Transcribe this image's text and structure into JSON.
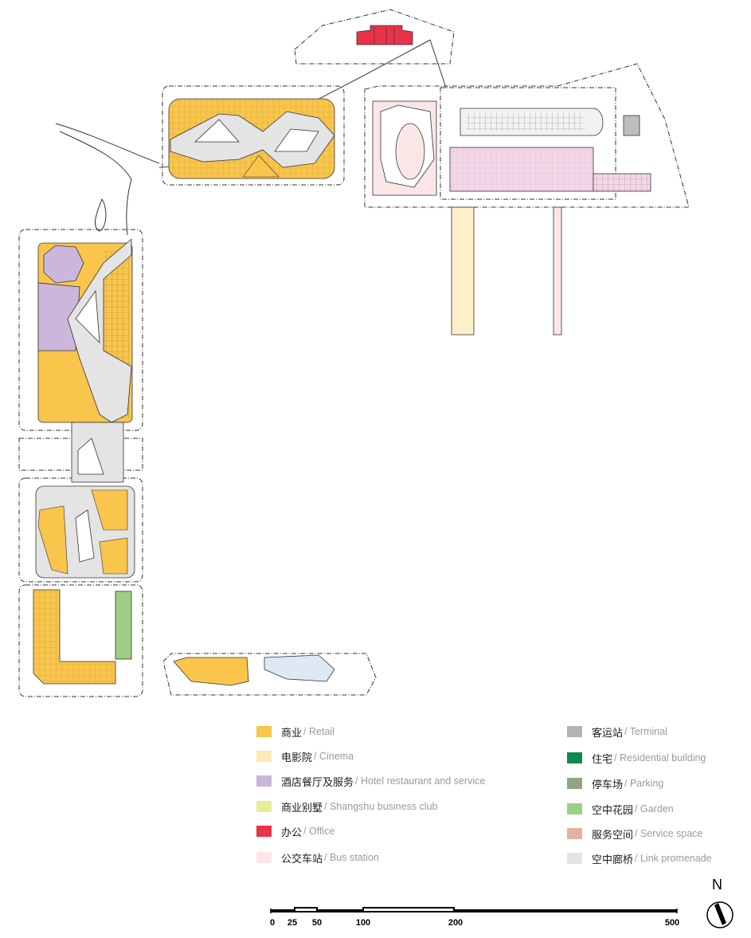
{
  "legend": {
    "left": [
      {
        "zh": "商业",
        "en": "Retail",
        "color": "#f9c54b"
      },
      {
        "zh": "电影院",
        "en": "Cinema",
        "color": "#fde8b6"
      },
      {
        "zh": "酒店餐厅及服务",
        "en": "Hotel restaurant and service",
        "color": "#cbb6dc"
      },
      {
        "zh": "商业别墅",
        "en": "Shangshu business club",
        "color": "#e6ee94"
      },
      {
        "zh": "办公",
        "en": "Office",
        "color": "#e8324a"
      },
      {
        "zh": "公交车站",
        "en": "Bus station",
        "color": "#fbe6e6"
      }
    ],
    "right": [
      {
        "zh": "客运站",
        "en": "Terminal",
        "color": "#b3b3b3"
      },
      {
        "zh": "住宅",
        "en": "Residential building",
        "color": "#0c8a4f"
      },
      {
        "zh": "停车场",
        "en": "Parking",
        "color": "#8fa58a"
      },
      {
        "zh": "空中花园",
        "en": "Garden",
        "color": "#9ccf85"
      },
      {
        "zh": "服务空间",
        "en": "Service space",
        "color": "#e2b3a0"
      },
      {
        "zh": "空中廊桥",
        "en": "Link promenade",
        "color": "#e4e4e4"
      }
    ],
    "separator": " / "
  },
  "scale_bar": {
    "labels": [
      "0",
      "25",
      "50",
      "100",
      "200",
      "500"
    ],
    "values": [
      0,
      25,
      50,
      100,
      200,
      500
    ]
  },
  "north": {
    "label": "N"
  },
  "colors": {
    "retail": "#f9c54b",
    "retail_dark": "#e8a82a",
    "hotel": "#cbb6dc",
    "office": "#e8324a",
    "bus": "#fbe6e6",
    "bus_alt": "#f3d7e8",
    "cinema": "#fdf0c8",
    "terminal": "#b3b3b3",
    "garden": "#9ccf85",
    "link": "#e4e4e4",
    "parking": "#8fa58a",
    "club": "#dfe9f3"
  }
}
